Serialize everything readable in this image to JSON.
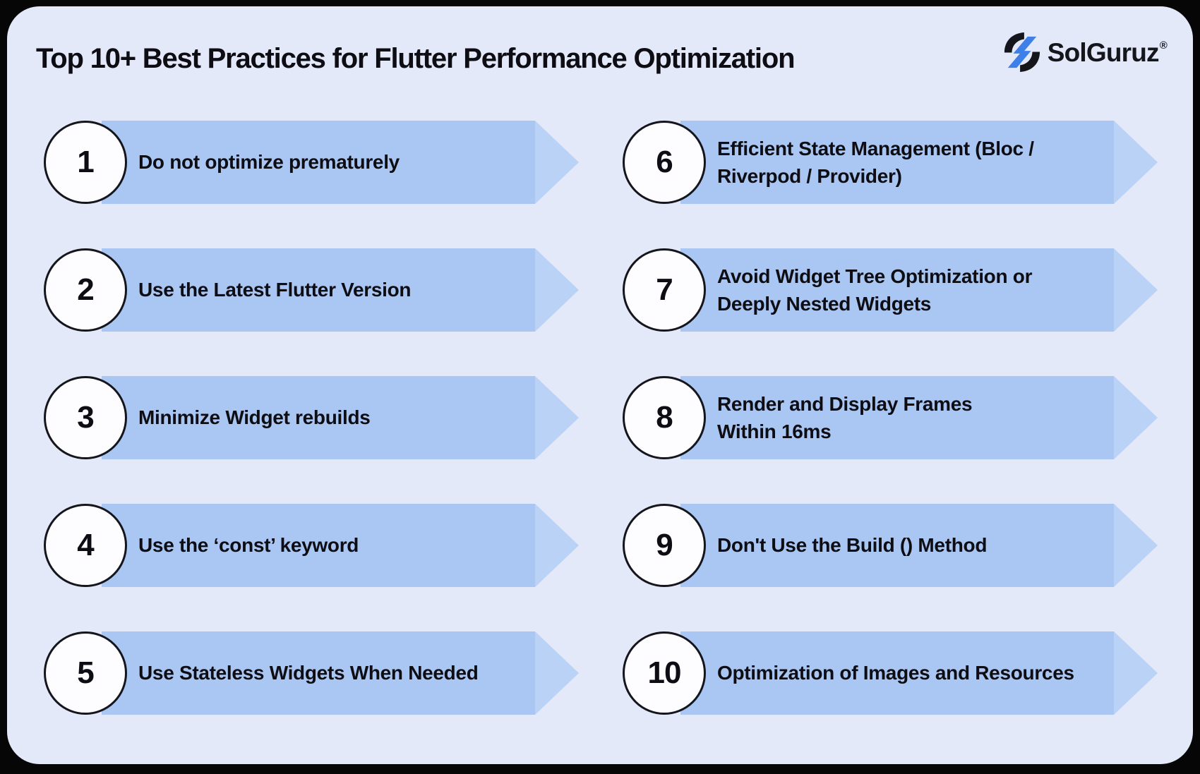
{
  "header": {
    "title": "Top 10+ Best Practices for Flutter Performance Optimization"
  },
  "logo": {
    "name": "SolGuruz",
    "registered": "®"
  },
  "colors": {
    "page_bg": "#060606",
    "card_bg": "#e4e9fa",
    "banner": "#a9c7f2",
    "banner_tip": "#bad2f6",
    "circle_bg": "#fdfdff",
    "circle_border": "#15151c",
    "ink": "#0d0d13",
    "logo_blue": "#3f7fe8",
    "logo_dark": "#15151c"
  },
  "items": [
    {
      "number": "1",
      "label": "Do not optimize prematurely"
    },
    {
      "number": "2",
      "label": "Use the Latest Flutter Version"
    },
    {
      "number": "3",
      "label": "Minimize Widget rebuilds"
    },
    {
      "number": "4",
      "label": "Use the ‘const’ keyword"
    },
    {
      "number": "5",
      "label": "Use Stateless Widgets When Needed"
    },
    {
      "number": "6",
      "label": "Efficient State Management (Bloc /\nRiverpod / Provider)"
    },
    {
      "number": "7",
      "label": "Avoid Widget Tree Optimization or\nDeeply Nested Widgets"
    },
    {
      "number": "8",
      "label": "Render and Display Frames\nWithin 16ms"
    },
    {
      "number": "9",
      "label": "Don't Use the Build () Method"
    },
    {
      "number": "10",
      "label": "Optimization of Images and Resources"
    }
  ]
}
